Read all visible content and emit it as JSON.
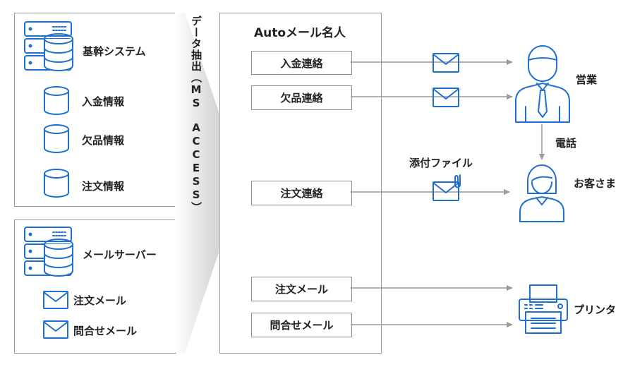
{
  "sources": {
    "core_system": "基幹システム",
    "deposit_info": "入金情報",
    "stockout_info": "欠品情報",
    "order_info": "注文情報",
    "mail_server": "メールサーバー",
    "order_mail": "注文メール",
    "inquiry_mail": "問合せメール"
  },
  "extraction_label": "データ抽出（MS　ACCESS）",
  "app": {
    "title": "Autoメール名人",
    "items": [
      "入金連絡",
      "欠品連絡",
      "注文連絡",
      "注文メール",
      "問合せメール"
    ]
  },
  "attachment_label": "添付ファイル",
  "phone_label": "電話",
  "destinations": {
    "sales": "営業",
    "customer": "お客さま",
    "printer": "プリンタ"
  }
}
